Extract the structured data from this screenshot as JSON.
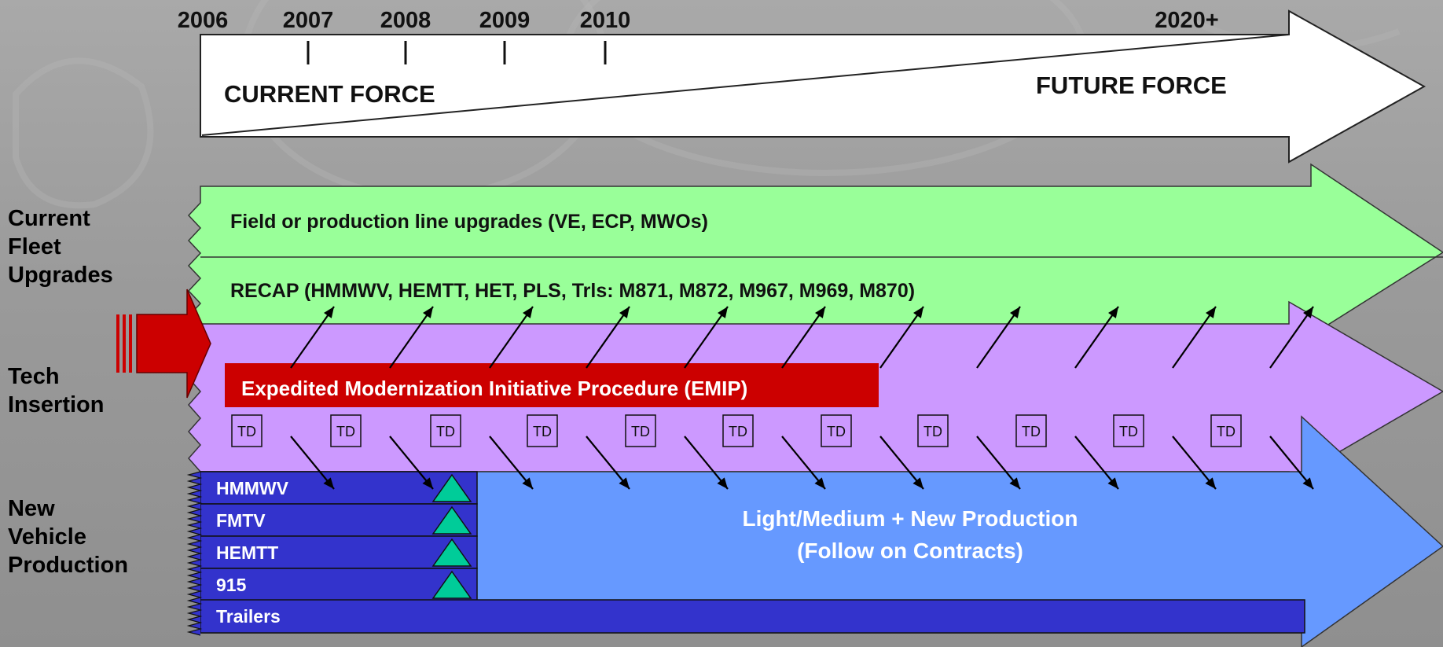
{
  "timeline": {
    "years": [
      "2006",
      "2007",
      "2008",
      "2009",
      "2010",
      "2020+"
    ],
    "current_force": "CURRENT FORCE",
    "future_force": "FUTURE FORCE"
  },
  "rows": {
    "current_fleet": "Current Fleet Upgrades",
    "tech_insertion": "Tech Insertion",
    "new_vehicle": "New Vehicle Production"
  },
  "fleet_upgrades": {
    "field": "Field or production line upgrades (VE, ECP, MWOs)",
    "recap": "RECAP (HMMWV, HEMTT, HET, PLS, Trls: M871, M872, M967, M969, M870)"
  },
  "tech_insertion": {
    "emip": "Expedited Modernization Initiative Procedure (EMIP)",
    "td_label": "TD",
    "td_count": 11
  },
  "production": {
    "vehicles": [
      "HMMWV",
      "FMTV",
      "HEMTT",
      "915"
    ],
    "trailers": "Trailers",
    "follow_on_line1": "Light/Medium + New Production",
    "follow_on_line2": "(Follow on Contracts)"
  },
  "colors": {
    "background": "#9d9d9d",
    "green_band": "#99ff99",
    "purple_band": "#cc99ff",
    "blue_arrow": "#6699ff",
    "dark_blue": "#3333cc",
    "emip_red": "#cc0000",
    "triangle": "#00cc99"
  }
}
